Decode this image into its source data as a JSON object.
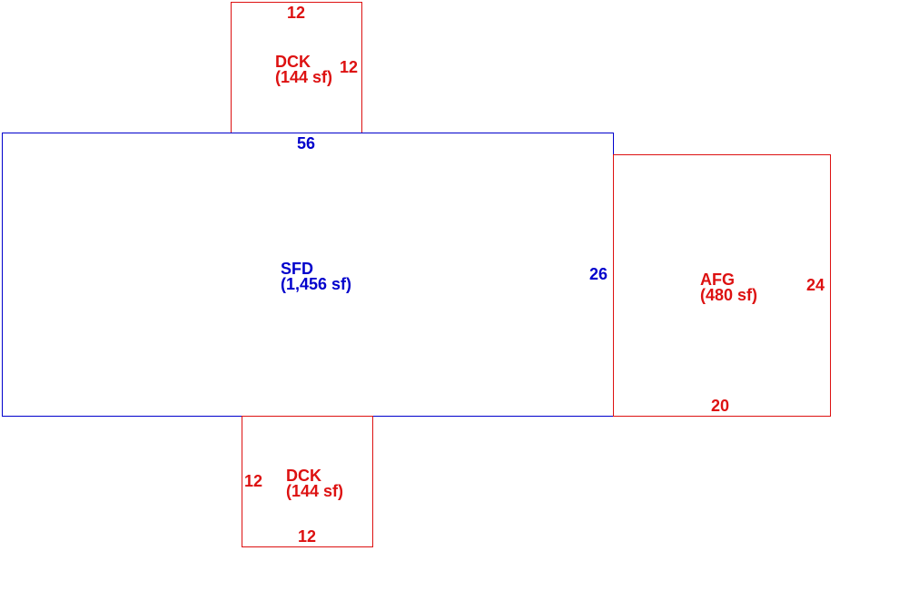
{
  "colors": {
    "main_structure": "#0000cc",
    "additions": "#dd1111"
  },
  "areas": {
    "sfd": {
      "code": "SFD",
      "size": "(1,456 sf)",
      "dim_top": "56",
      "dim_right": "26"
    },
    "deck_top": {
      "code": "DCK",
      "size": "(144 sf)",
      "dim_top": "12",
      "dim_right": "12"
    },
    "afg": {
      "code": "AFG",
      "size": "(480 sf)",
      "dim_right": "24",
      "dim_bottom": "20"
    },
    "deck_bottom": {
      "code": "DCK",
      "size": "(144 sf)",
      "dim_left": "12",
      "dim_bottom": "12"
    }
  }
}
